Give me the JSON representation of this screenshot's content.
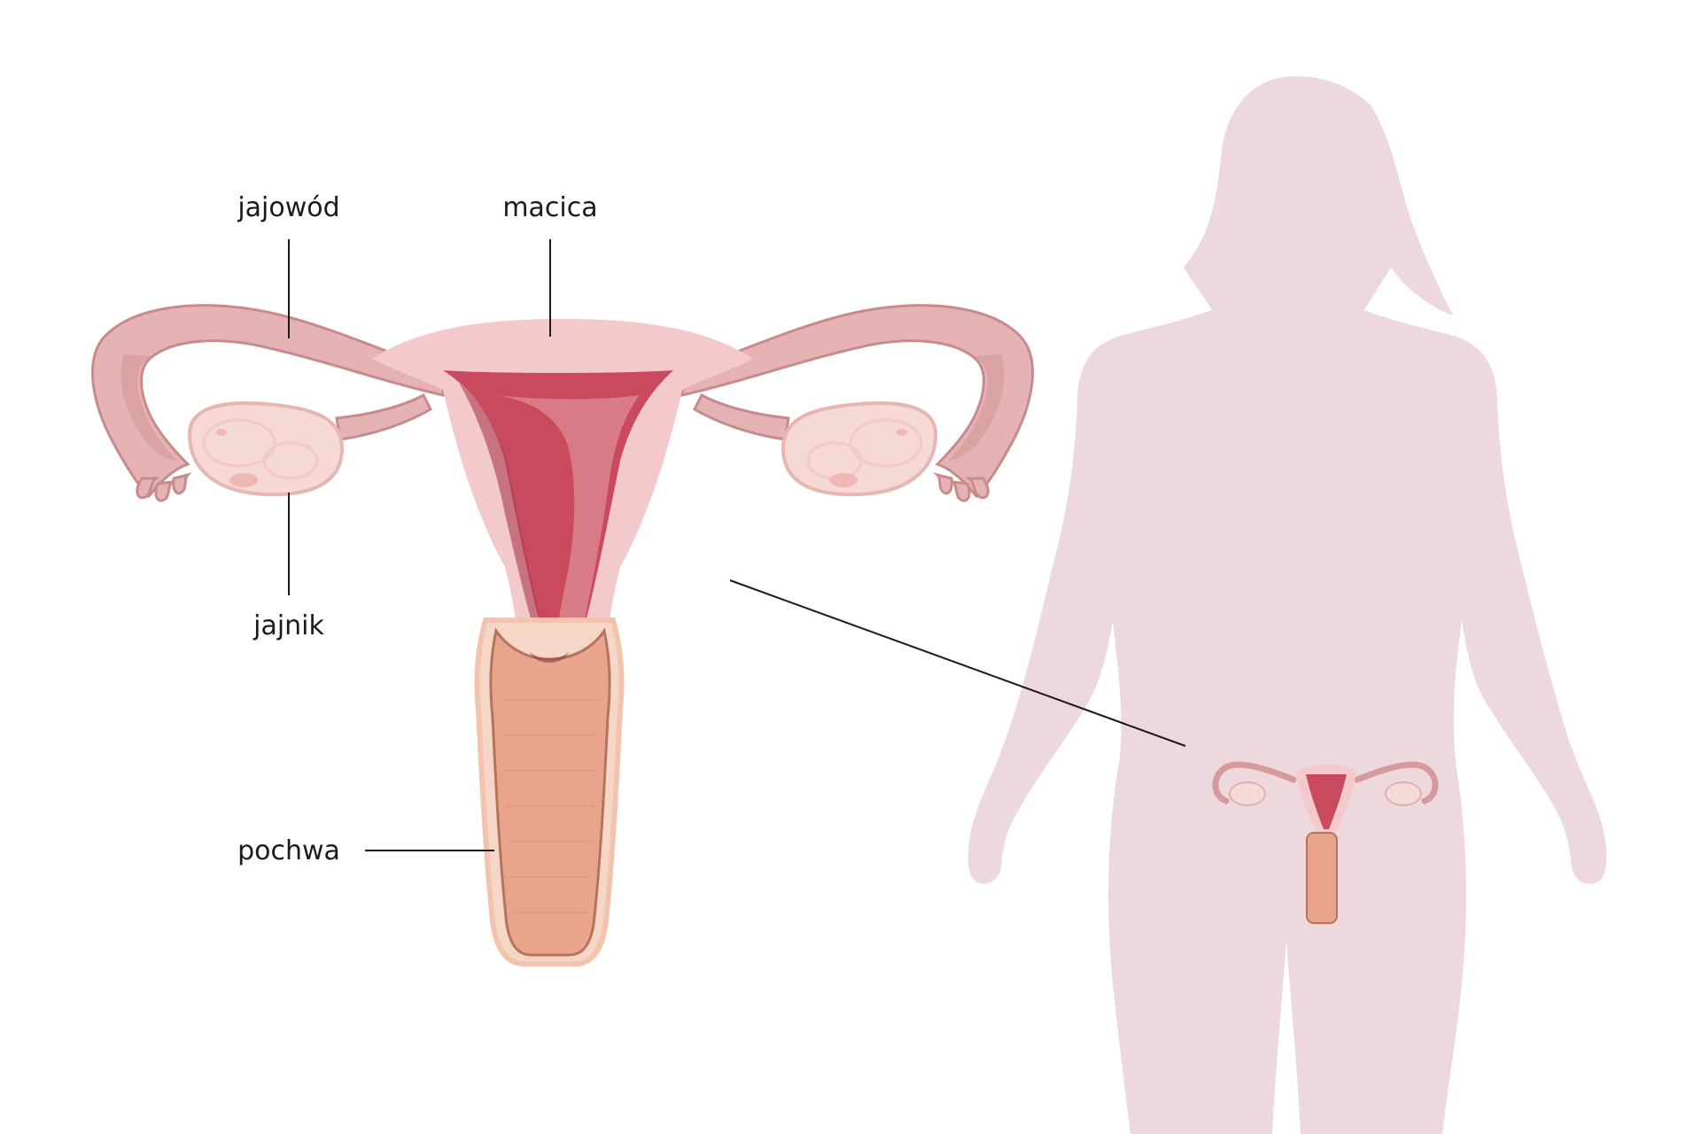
{
  "labels": {
    "fallopian_tube": "jajowód",
    "uterus": "macica",
    "ovary": "jajnik",
    "vagina": "pochwa"
  },
  "colors": {
    "silhouette": "#ecd8dd",
    "uterus_outer": "#f3c9cc",
    "uterus_cavity": "#c94a5e",
    "uterus_cavity_light": "#d97b86",
    "tube": "#e5b3b3",
    "tube_dark": "#c98a8c",
    "ovary": "#f6d8d4",
    "ovary_spot": "#f0b8b4",
    "vagina": "#e8a58c",
    "vagina_edge": "#b4745e",
    "line": "#1b1b1b"
  }
}
